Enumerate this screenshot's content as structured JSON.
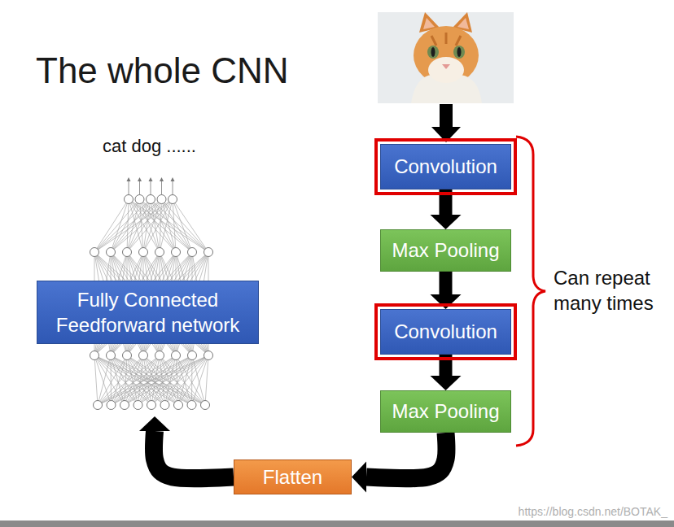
{
  "diagram": {
    "title": "The whole CNN",
    "nodes": [
      {
        "text": [
          "Convolution"
        ]
      },
      {
        "text": [
          "Max Pooling"
        ]
      },
      {
        "text": [
          "Convolution"
        ]
      },
      {
        "text": [
          "Max Pooling"
        ]
      },
      {
        "text": [
          "Flatten"
        ]
      },
      {
        "text": [
          "Fully Connected Feedforward network"
        ]
      }
    ],
    "edges": [
      {
        "from": 0,
        "to": 1,
        "arrow": "to"
      },
      {
        "from": 1,
        "to": 2,
        "arrow": "to"
      },
      {
        "from": 2,
        "to": 3,
        "arrow": "to"
      },
      {
        "from": 3,
        "to": 4,
        "arrow": "to"
      },
      {
        "from": 4,
        "to": 5,
        "arrow": "to"
      }
    ],
    "labels": [
      "cat dog ......",
      "Can repeat many times",
      "https://blog.csdn.net/BOTAK_"
    ]
  }
}
